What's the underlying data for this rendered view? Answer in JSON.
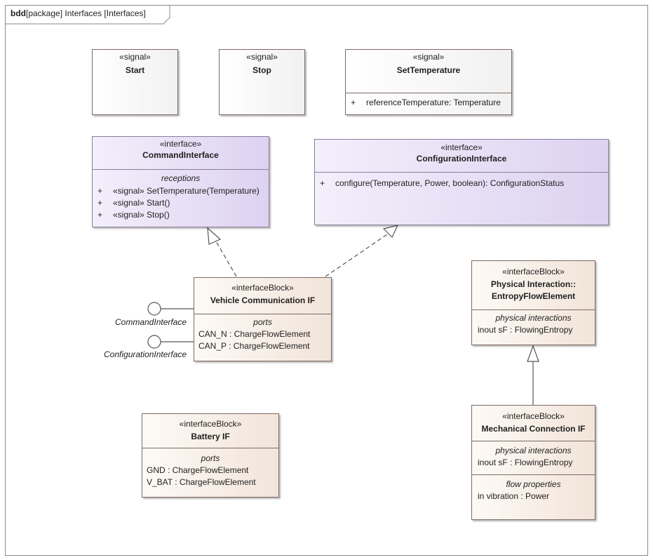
{
  "frame": {
    "kind": "bdd",
    "title": "[package] Interfaces [Interfaces]"
  },
  "signals": [
    {
      "stereotype": "«signal»",
      "name": "Start"
    },
    {
      "stereotype": "«signal»",
      "name": "Stop"
    },
    {
      "stereotype": "«signal»",
      "name": "SetTemperature",
      "attribute": {
        "visibility": "+",
        "text": "referenceTemperature: Temperature"
      }
    }
  ],
  "command_interface": {
    "stereotype": "«interface»",
    "name": "CommandInterface",
    "compartment": "receptions",
    "items": [
      {
        "visibility": "+",
        "text": "«signal» SetTemperature(Temperature)"
      },
      {
        "visibility": "+",
        "text": "«signal» Start()"
      },
      {
        "visibility": "+",
        "text": "«signal» Stop()"
      }
    ]
  },
  "configuration_interface": {
    "stereotype": "«interface»",
    "name": "ConfigurationInterface",
    "items": [
      {
        "visibility": "+",
        "text": "configure(Temperature, Power, boolean): ConfigurationStatus"
      }
    ]
  },
  "vehicle_comm": {
    "stereotype": "«interfaceBlock»",
    "name": "Vehicle Communication IF",
    "compartment": "ports",
    "items": [
      "CAN_N : ChargeFlowElement",
      "CAN_P : ChargeFlowElement"
    ],
    "provided": [
      "CommandInterface",
      "ConfigurationInterface"
    ]
  },
  "battery": {
    "stereotype": "«interfaceBlock»",
    "name": "Battery IF",
    "compartment": "ports",
    "items": [
      "GND : ChargeFlowElement",
      "V_BAT : ChargeFlowElement"
    ]
  },
  "entropy": {
    "stereotype": "«interfaceBlock»",
    "name_line1": "Physical Interaction::",
    "name_line2": "EntropyFlowElement",
    "compartment": "physical interactions",
    "items": [
      "inout sF : FlowingEntropy"
    ]
  },
  "mechanical": {
    "stereotype": "«interfaceBlock»",
    "name": "Mechanical Connection IF",
    "compartment": "physical interactions",
    "items": [
      "inout sF : FlowingEntropy"
    ],
    "compartment2": "flow properties",
    "items2": [
      "in vibration : Power"
    ]
  }
}
